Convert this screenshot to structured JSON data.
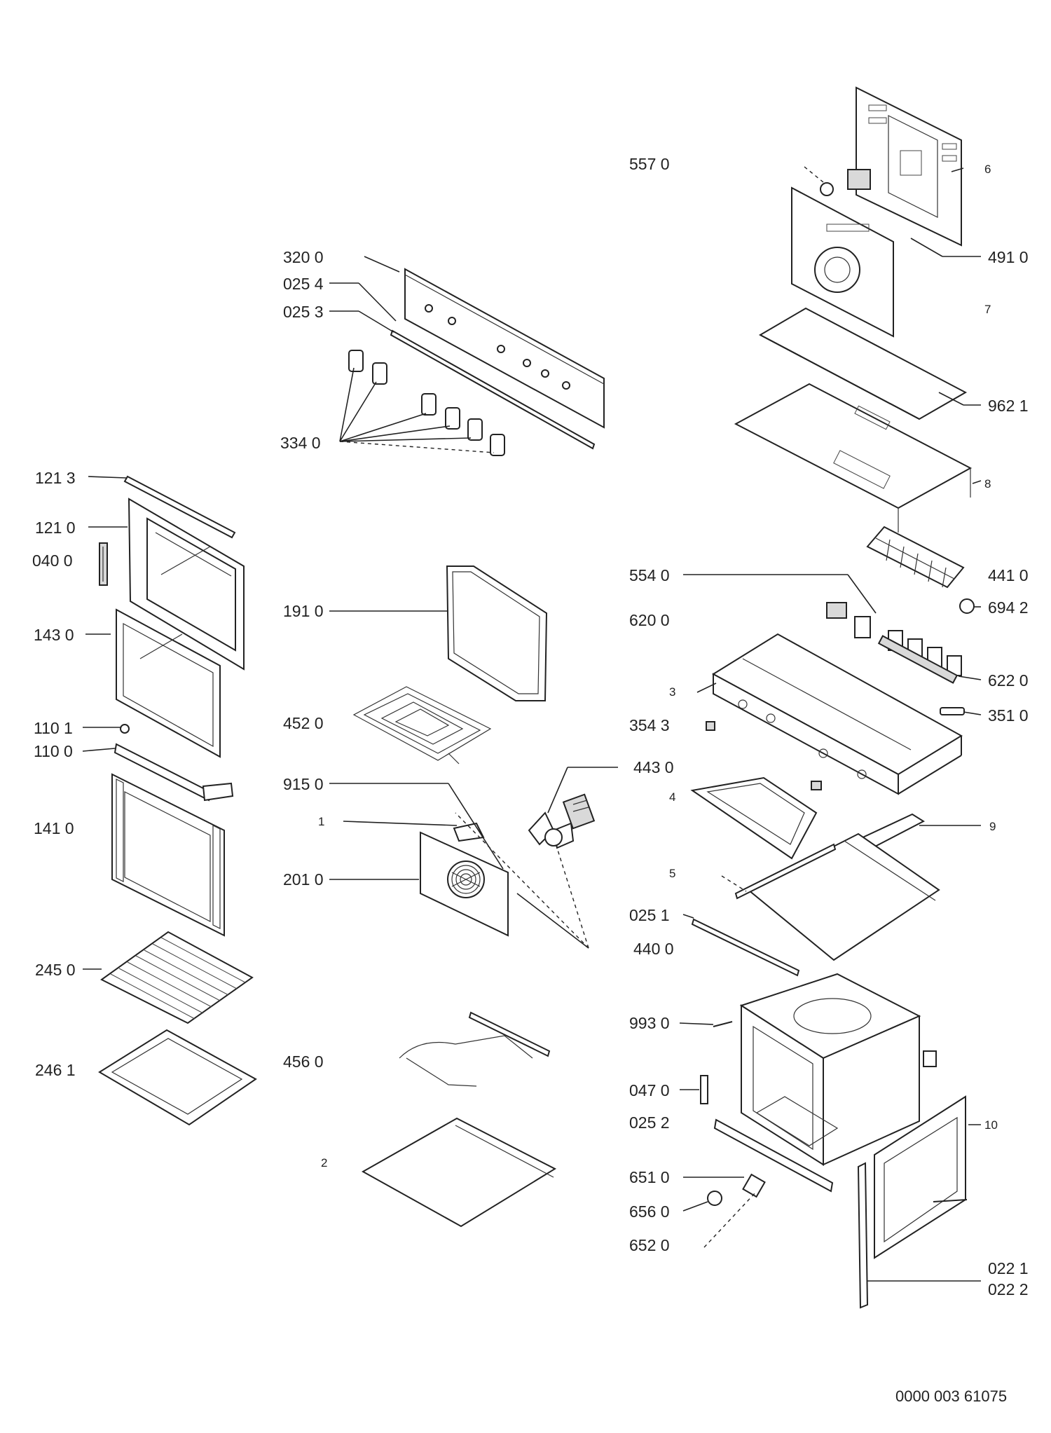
{
  "labels": {
    "l5570": "557 0",
    "l3200": "320 0",
    "l0254": "025 4",
    "l0253": "025 3",
    "l3340": "334 0",
    "l1213": "121 3",
    "l1210": "121 0",
    "l0400": "040 0",
    "l1430": "143 0",
    "l1101": "110 1",
    "l1100": "110 0",
    "l1410": "141 0",
    "l2450": "245 0",
    "l2461": "246 1",
    "l1910": "191 0",
    "l4520": "452 0",
    "l9150": "915 0",
    "l1": "1",
    "l2010": "201 0",
    "l4430": "443 0",
    "l4400": "440 0",
    "l4560": "456 0",
    "l2": "2",
    "l6": "6",
    "l4910": "491 0",
    "l7": "7",
    "l9621": "962 1",
    "l8": "8",
    "l4410": "441 0",
    "l5540": "554 0",
    "l6942": "694 2",
    "l6200": "620 0",
    "l3": "3",
    "l6220": "622 0",
    "l3543": "354 3",
    "l3510": "351 0",
    "l4": "4",
    "l9": "9",
    "l5": "5",
    "l0251": "025 1",
    "l9930": "993 0",
    "l0470": "047 0",
    "l0252": "025 2",
    "l10": "10",
    "l6510": "651 0",
    "l6560": "656 0",
    "l6520": "652 0",
    "l0221": "022 1",
    "l0222": "022 2"
  },
  "footer": {
    "drawing_number": "0000 003 61075"
  }
}
